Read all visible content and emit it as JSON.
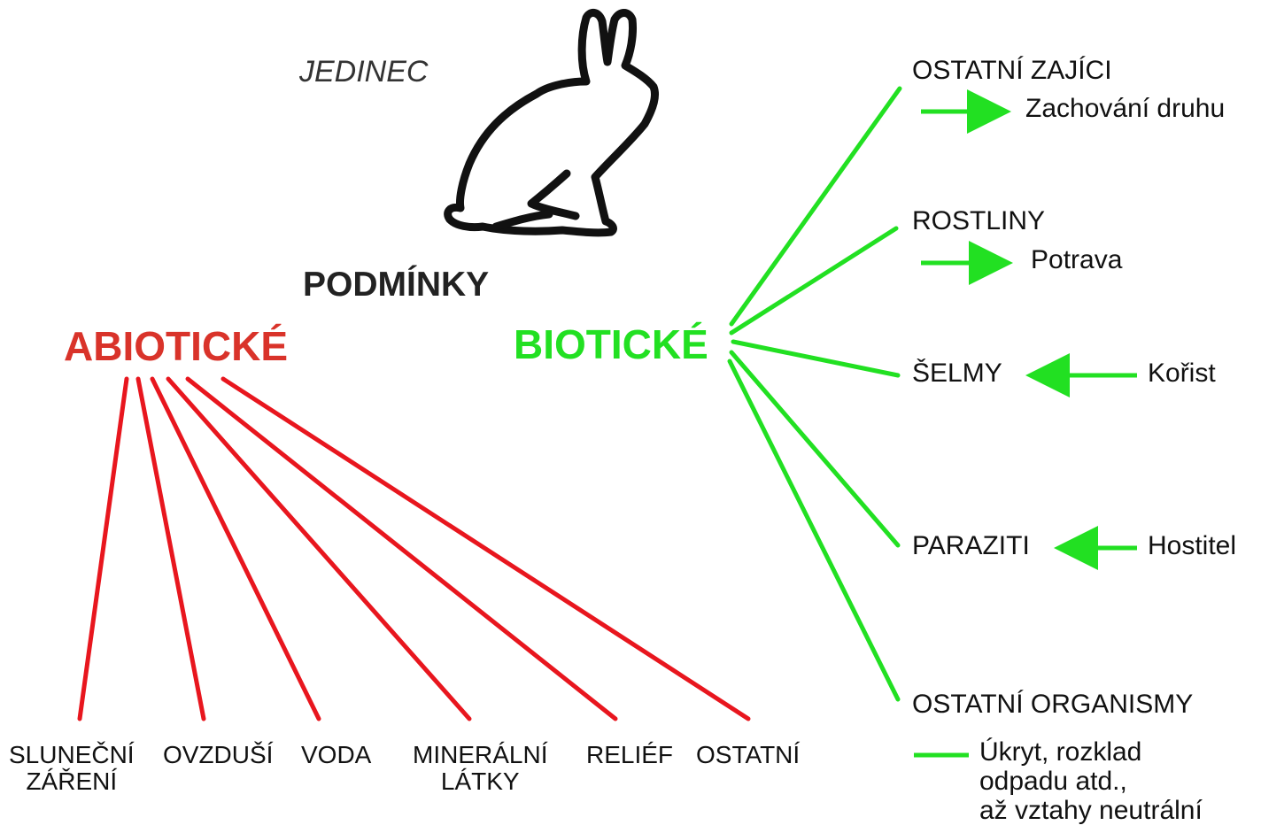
{
  "diagram": {
    "individual_label": "JEDINEC",
    "conditions_label": "PODMÍNKY",
    "abiotic": {
      "heading": "ABIOTICKÉ",
      "color": "#d9332a",
      "items": [
        {
          "label": "SLUNEČNÍ\nZÁŘENÍ"
        },
        {
          "label": "OVZDUŠÍ"
        },
        {
          "label": "VODA"
        },
        {
          "label": "MINERÁLNÍ\nLÁTKY"
        },
        {
          "label": "RELIÉF"
        },
        {
          "label": "OSTATNÍ"
        }
      ]
    },
    "biotic": {
      "heading": "BIOTICKÉ",
      "color": "#22e022",
      "items": [
        {
          "label": "OSTATNÍ  ZAJÍCI",
          "relation": "Zachování druhu"
        },
        {
          "label": "ROSTLINY",
          "relation": "Potrava"
        },
        {
          "label": "ŠELMY",
          "relation": "Kořist"
        },
        {
          "label": "PARAZITI",
          "relation": "Hostitel"
        },
        {
          "label": "OSTATNÍ ORGANISMY",
          "relation": "Úkryt, rozklad\nodpadu atd.,\naž vztahy neutrální"
        }
      ]
    },
    "icon": "hare-silhouette-icon"
  }
}
